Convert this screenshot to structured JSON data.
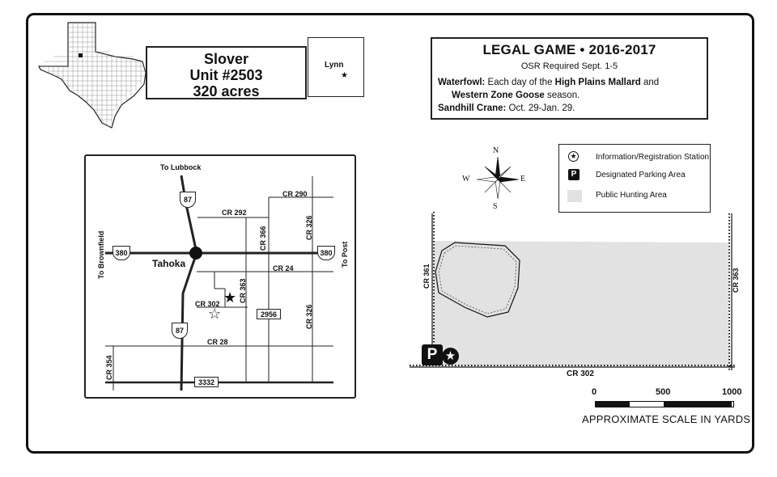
{
  "unit": {
    "name": "Slover",
    "number": "Unit #2503",
    "acres": "320 acres"
  },
  "county": {
    "name": "Lynn"
  },
  "legal_game": {
    "title": "LEGAL GAME • 2016-2017",
    "osr": "OSR Required Sept. 1-5",
    "waterfowl_label": "Waterfowl:",
    "waterfowl_text_1": " Each day of the ",
    "waterfowl_bold_1": "High Plains Mallard",
    "waterfowl_text_2": " and",
    "waterfowl_bold_2": "Western Zone Goose",
    "waterfowl_text_3": " season.",
    "crane_label": "Sandhill Crane:",
    "crane_text": " Oct. 29-Jan. 29."
  },
  "vicinity_map": {
    "to_lubbock": "To Lubbock",
    "to_brownfield": "To Brownfield",
    "to_post": "To Post",
    "town": "Tahoka",
    "highway_87": "87",
    "highway_380": "380",
    "roads": {
      "cr290": "CR 290",
      "cr292": "CR 292",
      "cr366": "CR 366",
      "cr326": "CR 326",
      "cr24": "CR 24",
      "cr363": "CR 363",
      "cr302": "CR 302",
      "fm2956": "2956",
      "cr28": "CR 28",
      "cr354": "CR 354",
      "fm3332": "3332"
    }
  },
  "compass": {
    "n": "N",
    "s": "S",
    "e": "E",
    "w": "W"
  },
  "legend": {
    "info_station": "Information/Registration Station",
    "parking": "Designated Parking Area",
    "public_hunting": "Public Hunting Area",
    "parking_symbol": "P"
  },
  "detail_map": {
    "cr361": "CR 361",
    "cr363": "CR 363",
    "cr302": "CR 302",
    "parking_symbol": "P",
    "hunting_area_color": "#e2e2e2"
  },
  "scale": {
    "ticks": [
      "0",
      "500",
      "1000"
    ],
    "caption": "APPROXIMATE SCALE IN YARDS"
  }
}
